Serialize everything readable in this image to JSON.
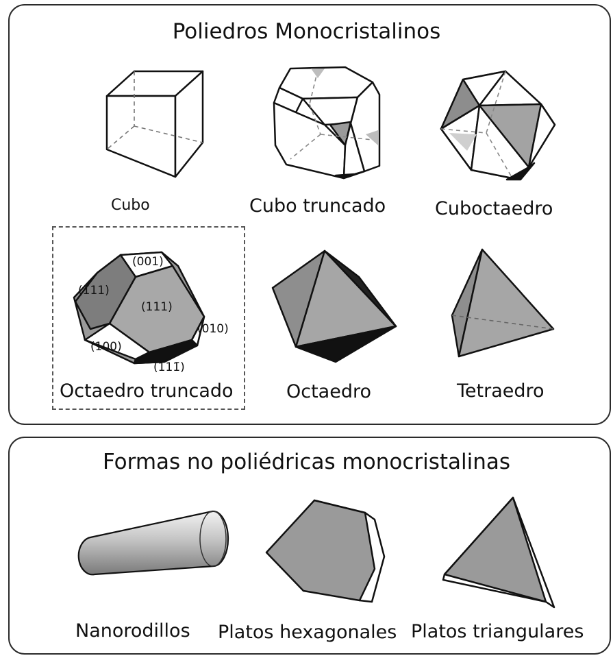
{
  "top_panel": {
    "title": "Poliedros Monocristalinos",
    "shapes": {
      "cube": "Cubo",
      "truncated_cube": "Cubo  truncado",
      "cuboctahedron": "Cuboctaedro",
      "truncated_octahedron": "Octaedro truncado",
      "octahedron": "Octaedro",
      "tetrahedron": "Tetraedro"
    },
    "facets": {
      "f001": "(001)",
      "f111bar": "(1̄11)",
      "f111": "(111)",
      "f010": "(010)",
      "f100": "(100)",
      "f11bar1bar": "(111̄)"
    }
  },
  "bottom_panel": {
    "title": "Formas no poliédricas monocristalinas",
    "shapes": {
      "nanorods": "Nanorodillos",
      "hex_plates": "Platos hexagonales",
      "tri_plates": "Platos triangulares"
    }
  }
}
